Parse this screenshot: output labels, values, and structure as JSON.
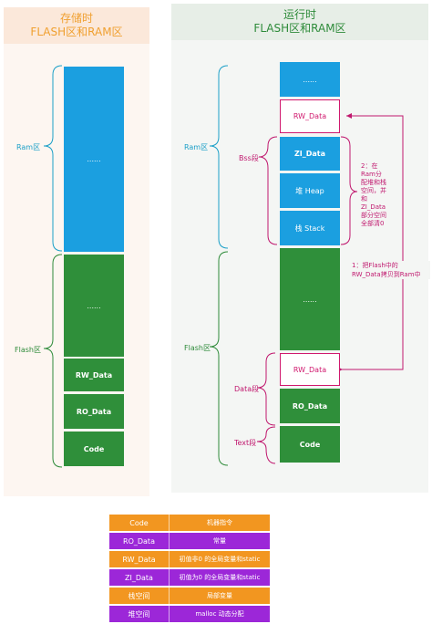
{
  "left": {
    "title_line1": "存储时",
    "title_line2": "FLASH区和RAM区",
    "ram_label": "Ram区",
    "flash_label": "Flash区",
    "ram_block": "......",
    "flash_dots": "......",
    "rw_data": "RW_Data",
    "ro_data": "RO_Data",
    "code": "Code"
  },
  "right": {
    "title_line1": "运行时",
    "title_line2": "FLASH区和RAM区",
    "ram_label": "Ram区",
    "flash_label": "Flash区",
    "bss_label": "Bss段",
    "data_label": "Data段",
    "text_label": "Text段",
    "top_dots": "......",
    "rw_data_ram": "RW_Data",
    "zi_data": "ZI_Data",
    "heap": "堆 Heap",
    "stack": "栈 Stack",
    "flash_dots": "......",
    "rw_data_flash": "RW_Data",
    "ro_data": "RO_Data",
    "code": "Code",
    "note2": [
      "2：在",
      "Ram分",
      "配堆和栈",
      "空间，并",
      "和",
      "ZI_Data",
      "部分空间",
      "全部清0"
    ],
    "note1": [
      "1：把Flash中的",
      "RW_Data拷贝到Ram中"
    ]
  },
  "legend": [
    {
      "key": "Code",
      "value": "机器指令",
      "color": "orange"
    },
    {
      "key": "RO_Data",
      "value": "常量",
      "color": "purple"
    },
    {
      "key": "RW_Data",
      "value": "初值非0 的全局变量和static",
      "color": "orange"
    },
    {
      "key": "ZI_Data",
      "value": "初值为0 的全局变量和static",
      "color": "purple"
    },
    {
      "key": "栈空间",
      "value": "局部变量",
      "color": "orange"
    },
    {
      "key": "堆空间",
      "value": "malloc 动态分配",
      "color": "purple"
    }
  ],
  "colors": {
    "blue": "#1b9fe0",
    "green": "#2f8f3a",
    "magenta": "#d0186e",
    "orange": "#f29620",
    "purple": "#9c27d8",
    "teal": "#1ca0c8"
  }
}
